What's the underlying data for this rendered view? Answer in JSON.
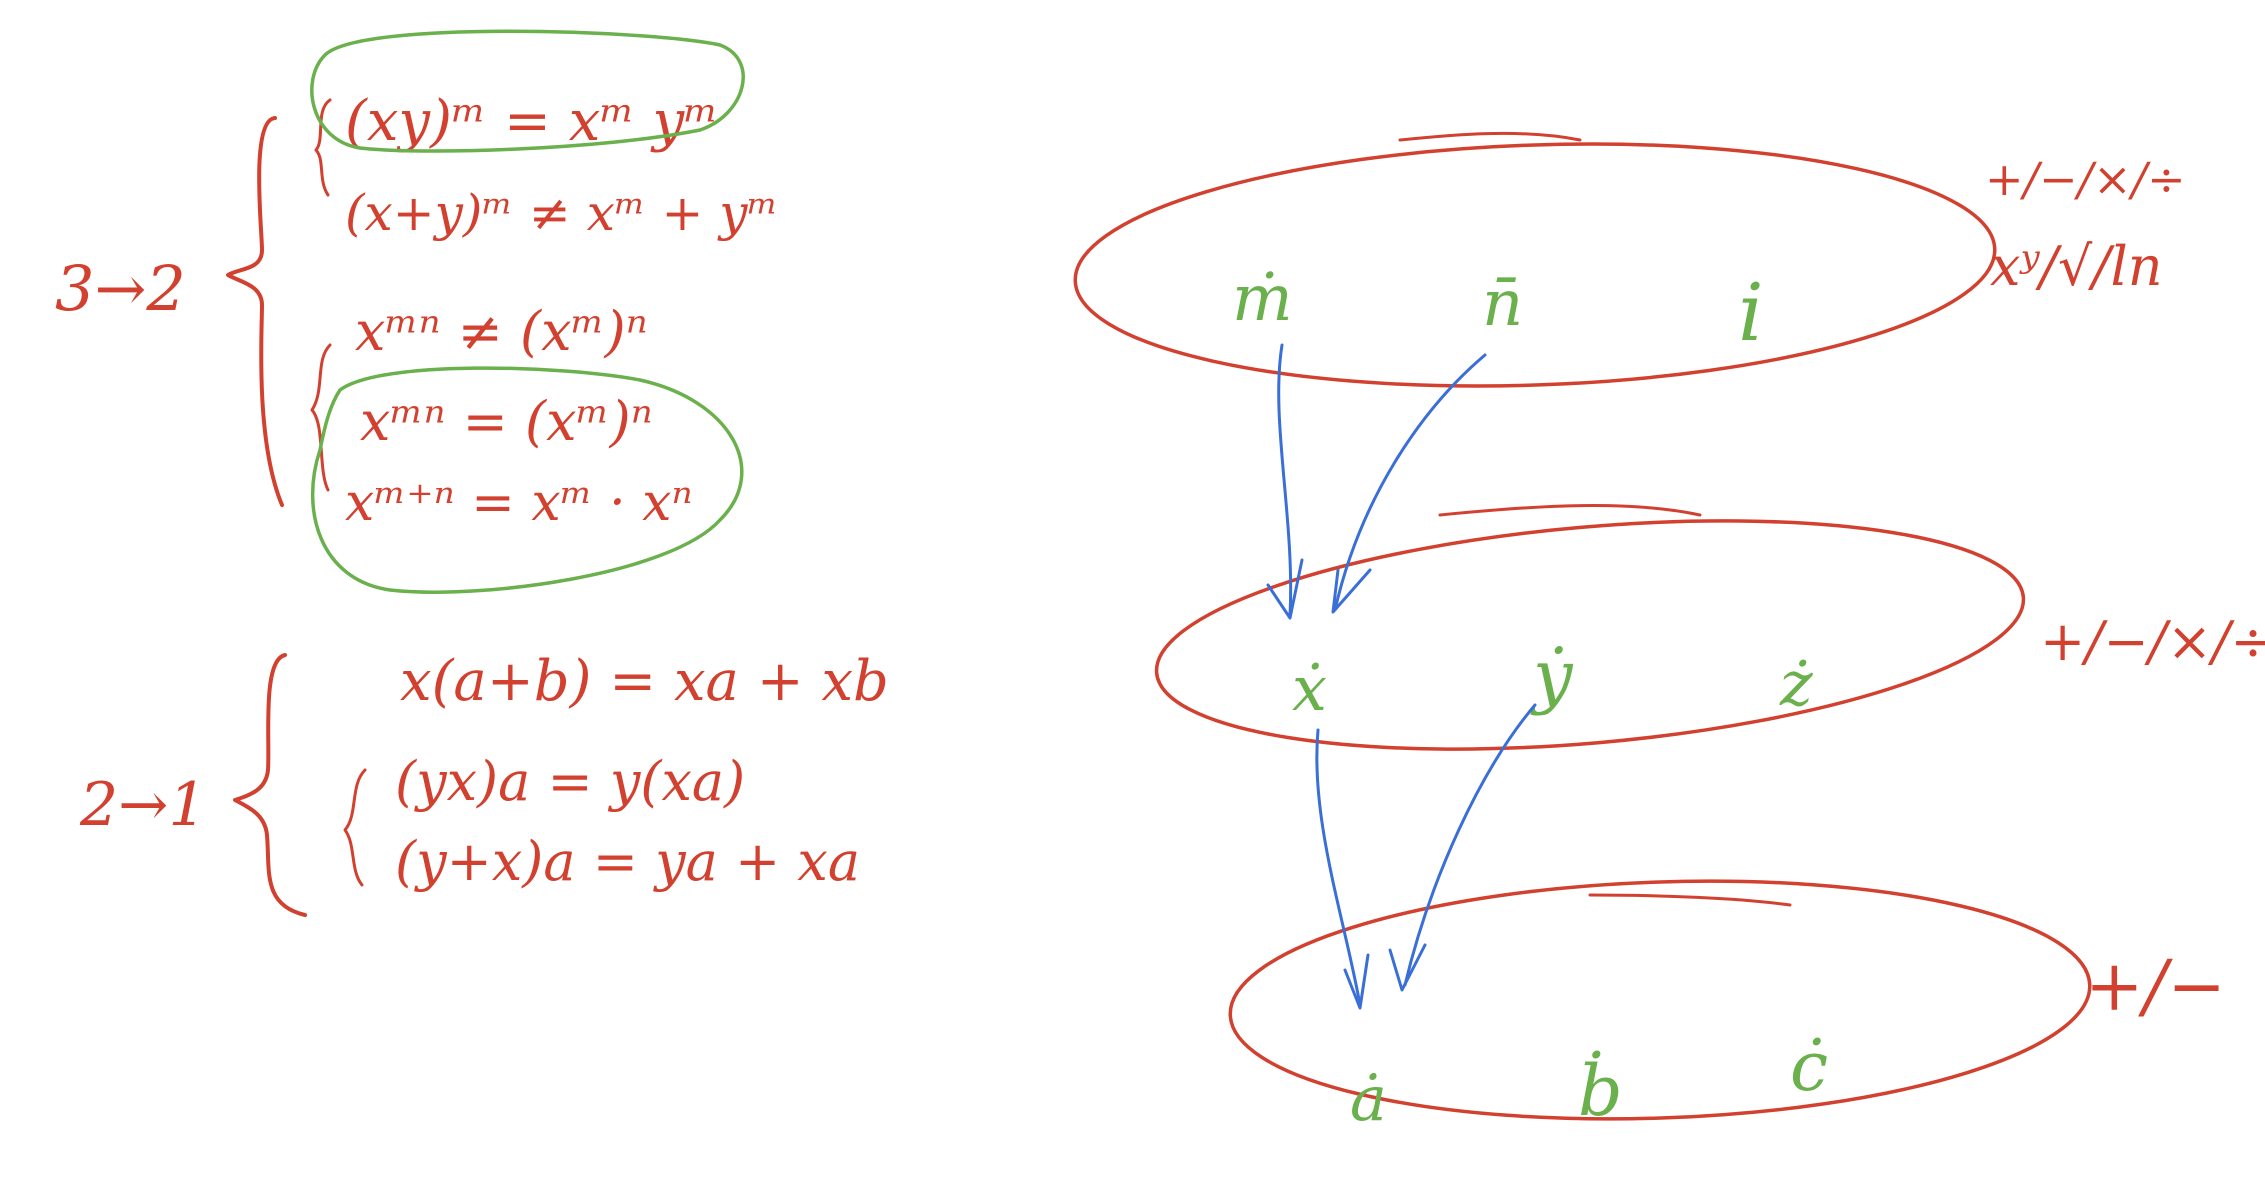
{
  "colors": {
    "red": "#d2412f",
    "green": "#6ab04c",
    "blue": "#3a6fd8",
    "background": "#ffffff"
  },
  "left_notes": {
    "group_3_to_2": {
      "label": "3→2",
      "lines": [
        "(xy)ᵐ = xᵐ yᵐ",
        "(x+y)ᵐ ≠ xᵐ + yᵐ",
        "xᵐⁿ ≠ (xᵐ)ⁿ",
        "xᵐⁿ = (xᵐ)ⁿ",
        "xᵐ⁺ⁿ = xᵐ · xⁿ"
      ]
    },
    "group_2_to_1": {
      "label": "2→1",
      "lines": [
        "x(a+b) = xa + xb",
        "(yx)a = y(xa)",
        "(y+x)a = ya + xa"
      ]
    }
  },
  "levels": [
    {
      "variables": [
        "ṁ",
        "n̄",
        "i"
      ],
      "operations": [
        "+/−/×/÷",
        "xʸ/√/ln"
      ]
    },
    {
      "variables": [
        "ẋ",
        "ẏ",
        "ż"
      ],
      "operations": [
        "+/−/×/÷"
      ]
    },
    {
      "variables": [
        "ȧ",
        "ḃ",
        "ċ"
      ],
      "operations": [
        "+/−"
      ]
    }
  ]
}
